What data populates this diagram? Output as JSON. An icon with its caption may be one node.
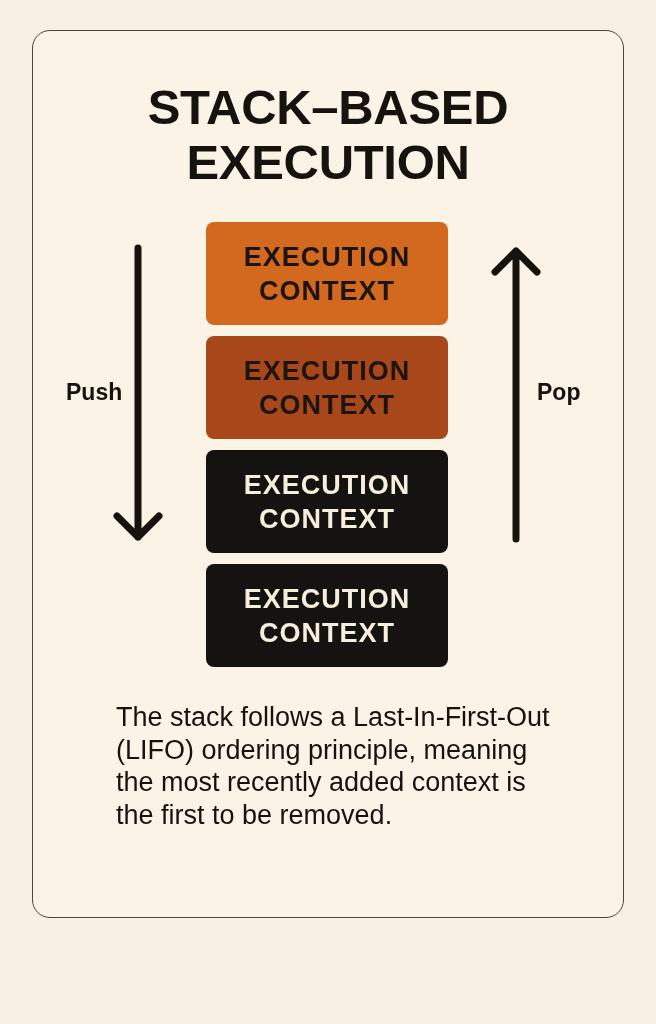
{
  "diagram": {
    "title": "STACK–BASED EXECUTION",
    "nodes": [
      {
        "text": [
          "EXECUTION CONTEXT"
        ]
      },
      {
        "text": [
          "EXECUTION CONTEXT"
        ]
      },
      {
        "text": [
          "EXECUTION CONTEXT"
        ]
      },
      {
        "text": [
          "EXECUTION CONTEXT"
        ]
      }
    ],
    "labels": [
      "Push",
      "Pop",
      "The stack follows a Last-In-First-Out (LIFO) ordering principle, meaning the most recently added context is the first to be removed."
    ]
  }
}
